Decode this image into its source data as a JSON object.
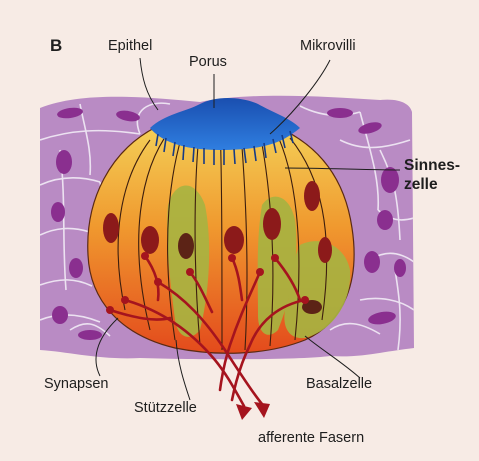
{
  "panel_letter": "B",
  "labels": {
    "epithel": "Epithel",
    "porus": "Porus",
    "mikrovilli": "Mikrovilli",
    "sinneszelle_line1": "Sinnes-",
    "sinneszelle_line2": "zelle",
    "synapsen": "Synapsen",
    "stuetzzelle": "Stützzelle",
    "basalzelle": "Basalzelle",
    "afferente_fasern": "afferente Fasern"
  },
  "colors": {
    "background": "#f7ebe5",
    "epithelium": "#b98bc4",
    "epithelium_nucleus": "#8a2f8f",
    "porus": "#1f63c9",
    "sensory_cell_top": "#f1c84a",
    "sensory_cell_bottom": "#e8571f",
    "supporting_cell": "#a8b341",
    "nucleus": "#8c1a1a",
    "nerve_fiber": "#a5141e"
  }
}
